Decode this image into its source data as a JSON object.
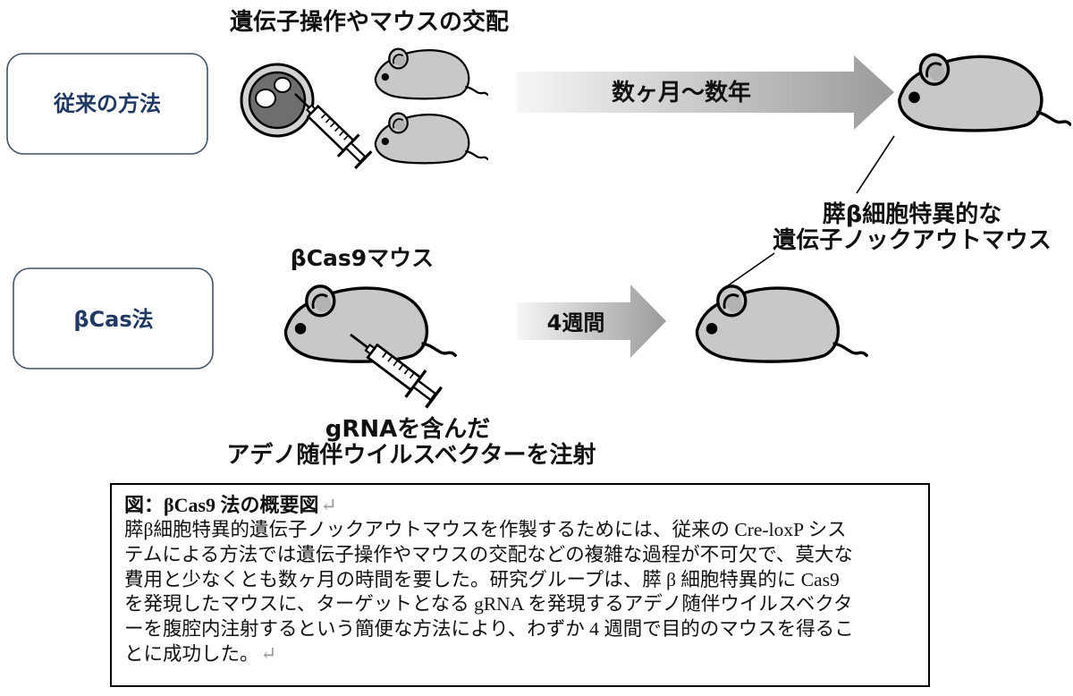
{
  "diagram": {
    "top_label": "遺伝子操作やマウスの交配",
    "method_conventional": "従来の方法",
    "method_bcas": "βCas法",
    "arrow_conventional_label": "数ヶ月～数年",
    "arrow_bcas_label": "4週間",
    "bcas9_mouse_label": "βCas9マウス",
    "injection_label": [
      "gRNAを含んだ",
      "アデノ随伴ウイルスベクターを注射"
    ],
    "result_label": [
      "膵β細胞特異的な",
      "遺伝子ノックアウトマウス"
    ],
    "icons": [
      "mouse-icon",
      "syringe-icon",
      "petri-dish-icon",
      "arrow-icon"
    ]
  },
  "caption": {
    "title": "図：βCas9 法の概要図",
    "paragraph_mark": "↵",
    "lines": [
      "膵β細胞特異的遺伝子ノックアウトマウスを作製するためには、従来の Cre-loxP シス",
      "テムによる方法では遺伝子操作やマウスの交配などの複雑な過程が不可欠で、莫大な",
      "費用と少なくとも数ヶ月の時間を要した。研究グループは、膵 β 細胞特異的に Cas9",
      "を発現したマウスに、ターゲットとなる gRNA を発現するアデノ随伴ウイルスベクタ",
      "ーを腹腔内注射するという簡便な方法により、わずか 4 週間で目的のマウスを得るこ",
      "とに成功した。"
    ]
  },
  "colors": {
    "box_text": "#1f3864",
    "box_border": "#44546a",
    "mouse_fill": "#c8c8c8",
    "arrow_light": "#f6f6f6",
    "arrow_dark": "#9a9a9a",
    "paragraph_mark": "#9a9a9a"
  }
}
